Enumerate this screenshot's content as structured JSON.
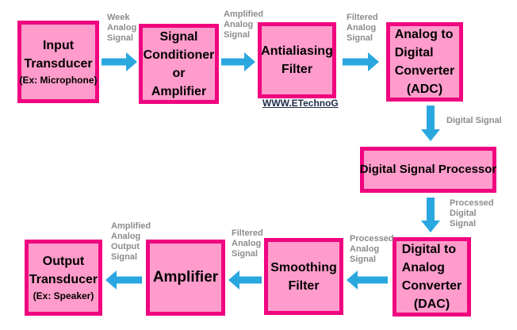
{
  "diagram": {
    "watermark": "WWW.ETechnoG",
    "colors": {
      "box_fill": "#FF9CCB",
      "box_border": "#F0047F",
      "arrow": "#2BA7E0",
      "label": "#8C8C8C",
      "box_text": "#000000",
      "watermark": "#1E2A4A"
    },
    "nodes": {
      "input_transducer": {
        "line1": "Input",
        "line2": "Transducer",
        "sub": "(Ex: Microphone)"
      },
      "signal_conditioner": {
        "line1": "Signal",
        "line2": "Conditioner",
        "line3": "or",
        "line4": "Amplifier"
      },
      "antialiasing": {
        "line1": "Antialiasing",
        "line2": "Filter"
      },
      "adc": {
        "line1": "Analog to",
        "line2": "Digital",
        "line3": "Converter",
        "line4": "(ADC)"
      },
      "dsp": {
        "line1": "Digital Signal Processor"
      },
      "dac": {
        "line1": "Digital to",
        "line2": "Analog",
        "line3": "Converter",
        "line4": "(DAC)"
      },
      "smoothing": {
        "line1": "Smoothing",
        "line2": "Filter"
      },
      "amplifier": {
        "line1": "Amplifier"
      },
      "output_transducer": {
        "line1": "Output",
        "line2": "Transducer",
        "sub": "(Ex: Speaker)"
      }
    },
    "labels": {
      "week": {
        "line1": "Week",
        "line2": "Analog",
        "line3": "Signal"
      },
      "amplified": {
        "line1": "Amplified",
        "line2": "Analog",
        "line3": "Signal"
      },
      "filtered_top": {
        "line1": "Filtered",
        "line2": "Analog",
        "line3": "Signal"
      },
      "digital": {
        "line1": "Digital Signal"
      },
      "processed_digital": {
        "line1": "Processed",
        "line2": "Digital",
        "line3": "Signal"
      },
      "processed_analog": {
        "line1": "Processed",
        "line2": "Analog",
        "line3": "Signal"
      },
      "filtered_bottom": {
        "line1": "Filtered",
        "line2": "Analog",
        "line3": "Signal"
      },
      "amplified_output": {
        "line1": "Amplified",
        "line2": "Analog",
        "line3": "Output",
        "line4": "Signal"
      }
    }
  }
}
